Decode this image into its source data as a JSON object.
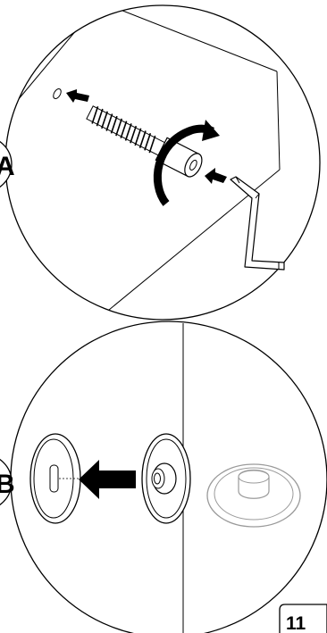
{
  "page": {
    "page_number": "11"
  },
  "step_a": {
    "label": "A",
    "icons": [
      "anchor-hole-icon",
      "push-arrow-icon",
      "rotate-arrow-icon",
      "hex-key-icon",
      "threaded-anchor-bolt-icon"
    ]
  },
  "step_b": {
    "label": "B",
    "icons": [
      "cover-cap-icon",
      "push-arrow-icon",
      "mounted-anchor-head-icon",
      "installed-cap-ghost-icon"
    ]
  },
  "colors": {
    "line": "#000000",
    "ghost_line": "#9a9a9a",
    "arrow_fill": "#000000"
  }
}
